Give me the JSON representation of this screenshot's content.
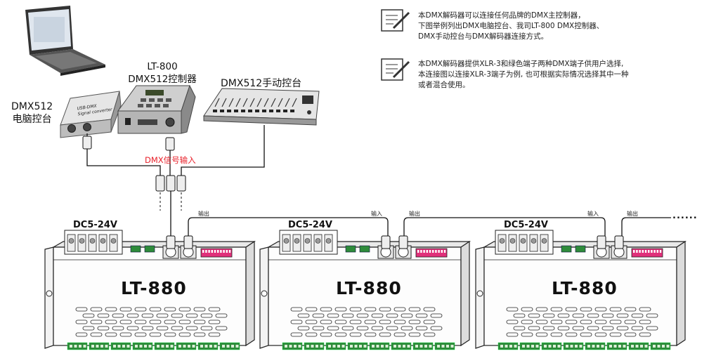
{
  "notes": [
    {
      "lines": [
        "本DMX解码器可以连接任何品牌的DMX主控制器，",
        "下图举例列出DMX电脑控台、我司LT-800 DMX控制器、",
        "DMX手动控台与DMX解码器连接方式。"
      ]
    },
    {
      "lines": [
        "本DMX解码器提供XLR-3和绿色端子两种DMX端子供用户选择,",
        "本连接图以连接XLR-3端子为例, 也可根据实际情况选择其中一种",
        "或者混合使用。"
      ]
    }
  ],
  "sources": {
    "pc": {
      "line1": "DMX512",
      "line2": "电脑控台",
      "converter_line1": "USB-DMX",
      "converter_line2": "Signal converter"
    },
    "lt800": {
      "line1": "LT-800",
      "line2": "DMX512控制器"
    },
    "manual": {
      "label": "DMX512手动控台"
    }
  },
  "signal_label": "DMX信号输入",
  "decoders": [
    {
      "model": "LT-880",
      "power": "DC5-24V",
      "out_label": "输出"
    },
    {
      "model": "LT-880",
      "power": "DC5-24V",
      "in_label": "输入",
      "out_label": "输出"
    },
    {
      "model": "LT-880",
      "power": "DC5-24V",
      "in_label": "输入",
      "out_label": "输出"
    }
  ],
  "continuation": "......",
  "colors": {
    "signal_red": "#e8202a",
    "chip_pink": "#e0307a",
    "terminal_green": "#2e8b3a"
  }
}
